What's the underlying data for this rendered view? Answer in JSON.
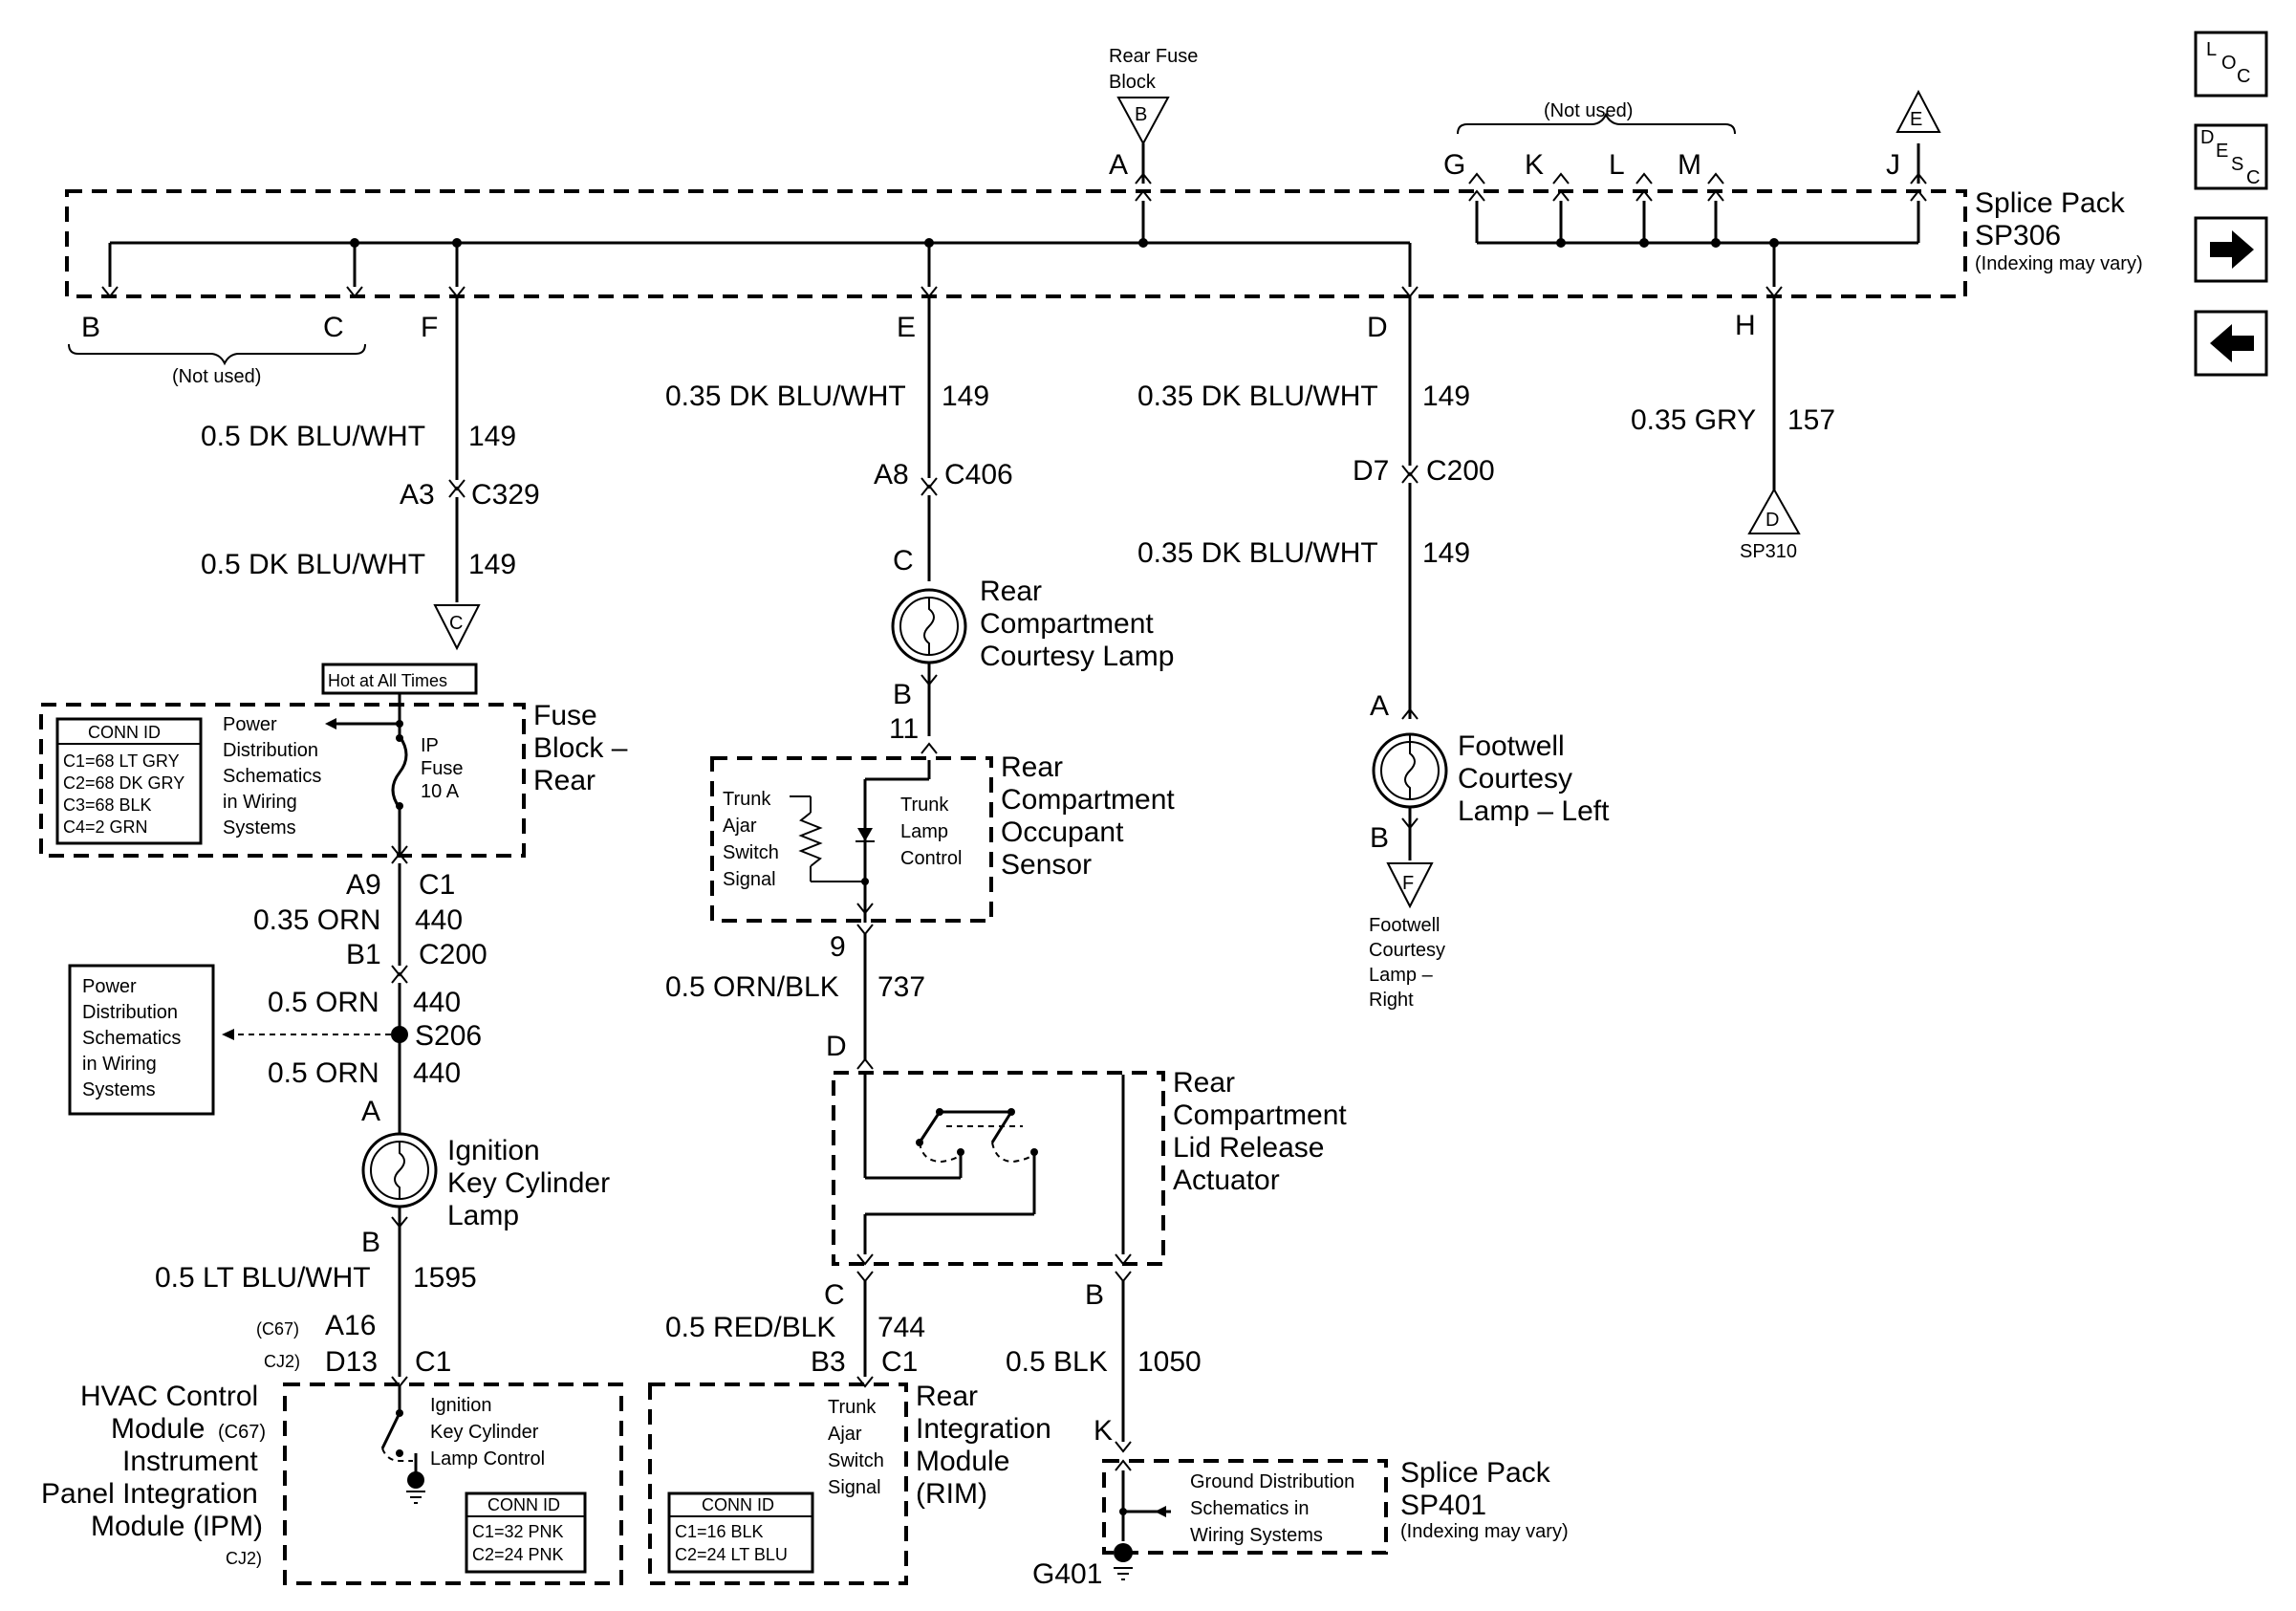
{
  "nav": {
    "loc": {
      "l": "L",
      "o": "O",
      "c": "C"
    },
    "desc": {
      "d": "D",
      "e": "E",
      "s": "S",
      "c": "C"
    }
  },
  "splice_sp306": {
    "title_1": "Splice Pack",
    "title_2": "SP306",
    "note": "(Indexing may vary)",
    "not_used_top": "(Not used)",
    "not_used_bottom": "(Not used)",
    "rear_fuse_block_1": "Rear Fuse",
    "rear_fuse_block_2": "Block",
    "tri_b": "B",
    "tri_e": "E",
    "pins": {
      "a": "A",
      "g": "G",
      "k": "K",
      "l": "L",
      "m": "M",
      "j": "J",
      "b": "B",
      "c": "C",
      "f": "F",
      "e": "E",
      "d": "D",
      "h": "H"
    }
  },
  "branch_f": {
    "w1_size": "0.5 DK BLU/WHT",
    "w1_circuit": "149",
    "conn_pin": "A3",
    "conn": "C329",
    "w2_size": "0.5 DK BLU/WHT",
    "w2_circuit": "149",
    "tri": "C"
  },
  "fuse_block": {
    "hot_label": "Hot at All Times",
    "title_1": "Fuse",
    "title_2": "Block –",
    "title_3": "Rear",
    "conn_id_title": "CONN ID",
    "conn_ids": [
      "C1=68 LT GRY",
      "C2=68 DK GRY",
      "C3=68 BLK",
      "C4=2 GRN"
    ],
    "pd_lines": [
      "Power",
      "Distribution",
      "Schematics",
      "in Wiring",
      "Systems"
    ],
    "fuse_1": "IP",
    "fuse_2": "Fuse",
    "fuse_3": "10 A"
  },
  "branch_ign": {
    "pin_a9": "A9",
    "c1": "C1",
    "w1_size": "0.35 ORN",
    "w1_circuit": "440",
    "pin_b1": "B1",
    "c200": "C200",
    "w2_size": "0.5 ORN",
    "w2_circuit": "440",
    "splice": "S206",
    "w3_size": "0.5 ORN",
    "w3_circuit": "440",
    "pd_lines": [
      "Power",
      "Distribution",
      "Schematics",
      "in Wiring",
      "Systems"
    ],
    "lamp_a": "A",
    "lamp_1": "Ignition",
    "lamp_2": "Key Cylinder",
    "lamp_3": "Lamp",
    "lamp_b": "B",
    "w4_size": "0.5 LT BLU/WHT",
    "w4_circuit": "1595",
    "c67_tag": "(C67)",
    "pin_a16": "A16",
    "cj2_tag": "CJ2)",
    "pin_d13": "D13",
    "pin_c1": "C1"
  },
  "hvac": {
    "title_1": "HVAC Control",
    "title_2": "Module",
    "title_2b": "(C67)",
    "title_3": "Instrument",
    "title_4": "Panel Integration",
    "title_5": "Module (IPM)",
    "title_6": "CJ2)",
    "inner_1": "Ignition",
    "inner_2": "Key Cylinder",
    "inner_3": "Lamp Control",
    "conn_id_title": "CONN ID",
    "conn_ids": [
      "C1=32 PNK",
      "C2=24 PNK"
    ]
  },
  "branch_e": {
    "w1_size": "0.35 DK BLU/WHT",
    "w1_circuit": "149",
    "conn_pin": "A8",
    "conn": "C406",
    "lamp_c": "C",
    "lamp_1": "Rear",
    "lamp_2": "Compartment",
    "lamp_3": "Courtesy Lamp",
    "lamp_b": "B",
    "pin_11": "11"
  },
  "occupant_sensor": {
    "title_1": "Rear",
    "title_2": "Compartment",
    "title_3": "Occupant",
    "title_4": "Sensor",
    "left_lines": [
      "Trunk",
      "Ajar",
      "Switch",
      "Signal"
    ],
    "right_lines": [
      "Trunk",
      "Lamp",
      "Control"
    ],
    "pin_9": "9",
    "w_size": "0.5 ORN/BLK",
    "w_circuit": "737"
  },
  "lid_actuator": {
    "pin_d": "D",
    "title_1": "Rear",
    "title_2": "Compartment",
    "title_3": "Lid Release",
    "title_4": "Actuator",
    "pin_c": "C",
    "pin_b": "B",
    "w_c_size": "0.5 RED/BLK",
    "w_c_circuit": "744",
    "pin_b3": "B3",
    "c1": "C1",
    "w_b_size": "0.5 BLK",
    "w_b_circuit": "1050",
    "pin_k": "K"
  },
  "rim": {
    "inner_lines": [
      "Trunk",
      "Ajar",
      "Switch",
      "Signal"
    ],
    "title_1": "Rear",
    "title_2": "Integration",
    "title_3": "Module",
    "title_4": "(RIM)",
    "conn_id_title": "CONN ID",
    "conn_ids": [
      "C1=16 BLK",
      "C2=24 LT BLU"
    ]
  },
  "sp401": {
    "title_1": "Splice Pack",
    "title_2": "SP401",
    "note": "(Indexing may vary)",
    "gd_lines": [
      "Ground Distribution",
      "Schematics in",
      "Wiring Systems"
    ],
    "ground": "G401"
  },
  "branch_d": {
    "w1_size": "0.35 DK BLU/WHT",
    "w1_circuit": "149",
    "conn_pin": "D7",
    "conn": "C200",
    "w2_size": "0.35 DK BLU/WHT",
    "w2_circuit": "149",
    "lamp_a": "A",
    "lamp_1": "Footwell",
    "lamp_2": "Courtesy",
    "lamp_3": "Lamp – Left",
    "lamp_b": "B",
    "tri": "F",
    "right_lines": [
      "Footwell",
      "Courtesy",
      "Lamp –",
      "Right"
    ]
  },
  "branch_h": {
    "w_size": "0.35 GRY",
    "w_circuit": "157",
    "tri": "D",
    "tri_label": "SP310"
  }
}
